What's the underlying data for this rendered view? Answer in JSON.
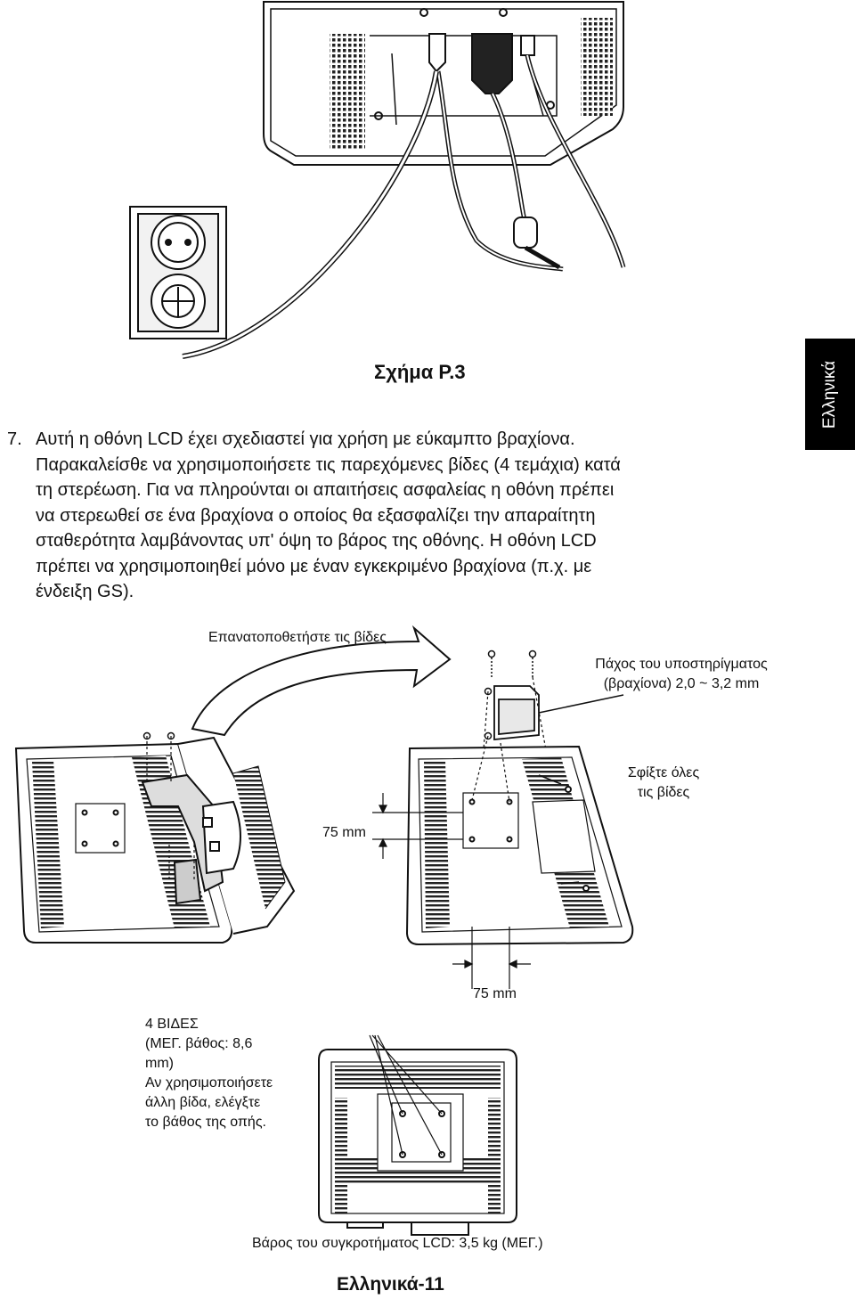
{
  "side_tab": "Ελληνικά",
  "figure_caption": "Σχήμα Ρ.3",
  "step": {
    "number": "7.",
    "lines": [
      "Αυτή η οθόνη LCD έχει σχεδιαστεί για χρήση με εύκαμπτο βραχίονα.",
      "Παρακαλείσθε να χρησιμοποιήσετε τις παρεχόμενες βίδες (4 τεμάχια) κατά",
      "τη στερέωση. Για να πληρούνται οι απαιτήσεις ασφαλείας η οθόνη πρέπει",
      "να στερεωθεί σε ένα βραχίονα ο οποίος θα εξασφαλίζει την απαραίτητη",
      "σταθερότητα λαμβάνοντας υπ' όψη το βάρος της οθόνης. Η οθόνη LCD",
      "πρέπει να χρησιμοποιηθεί μόνο με έναν εγκεκριμένο βραχίονα (π.χ. με",
      "ένδειξη GS)."
    ]
  },
  "labels": {
    "reattach_screws": "Επανατοποθετήστε τις βίδες",
    "arm_thickness_1": "Πάχος του υποστηρίγματος",
    "arm_thickness_2": "(βραχίονα) 2,0 ~ 3,2 mm",
    "tighten_1": "Σφίξτε όλες",
    "tighten_2": "τις βίδες",
    "dim_vertical": "75 mm",
    "dim_horizontal": "75 mm",
    "screws_1": "4 ΒΙΔΕΣ",
    "screws_2": "(ΜΕΓ. βάθος: 8,6",
    "screws_3": "mm)",
    "screws_4": "Αν χρησιμοποιήσετε",
    "screws_5": "άλλη βίδα, ελέγξτε",
    "screws_6": "το βάθος της οπής.",
    "weight": "Βάρος του συγκροτήματος LCD: 3,5 kg (ΜΕΓ.)"
  },
  "footer": "Ελληνικά-11"
}
